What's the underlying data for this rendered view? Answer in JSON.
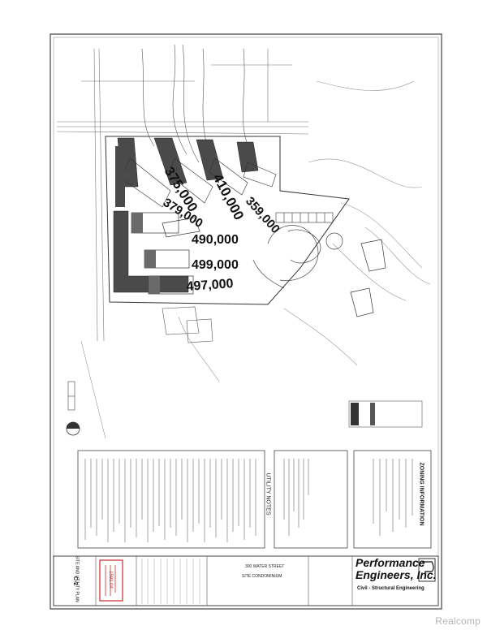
{
  "handwritten_prices": [
    "375,000",
    "379,000",
    "410,000",
    "359,000",
    "490,000",
    "499,000",
    "497,000"
  ],
  "notes": {
    "utility_heading": "UTILITY NOTES",
    "zoning_heading": "ZONING INFORMATION"
  },
  "title_block": {
    "company_name_line1": "Performance",
    "company_name_line2": "Engineers, Inc.",
    "company_tagline": "Civil - Structural Engineering",
    "project_name_line1": "300 WATER STREET",
    "project_name_line2": "SITE CONDOMINIUM",
    "sheet_title": "SITE AND UTILITY PLAN",
    "sheet_number": "C-2",
    "job_number": "1591.04"
  },
  "watermark": "Realcomp",
  "colors": {
    "ink": "#222222",
    "building_fill": "#4a4a4a",
    "stamp_red": "#cc2a2a",
    "watermark": "#b5b5b5"
  }
}
